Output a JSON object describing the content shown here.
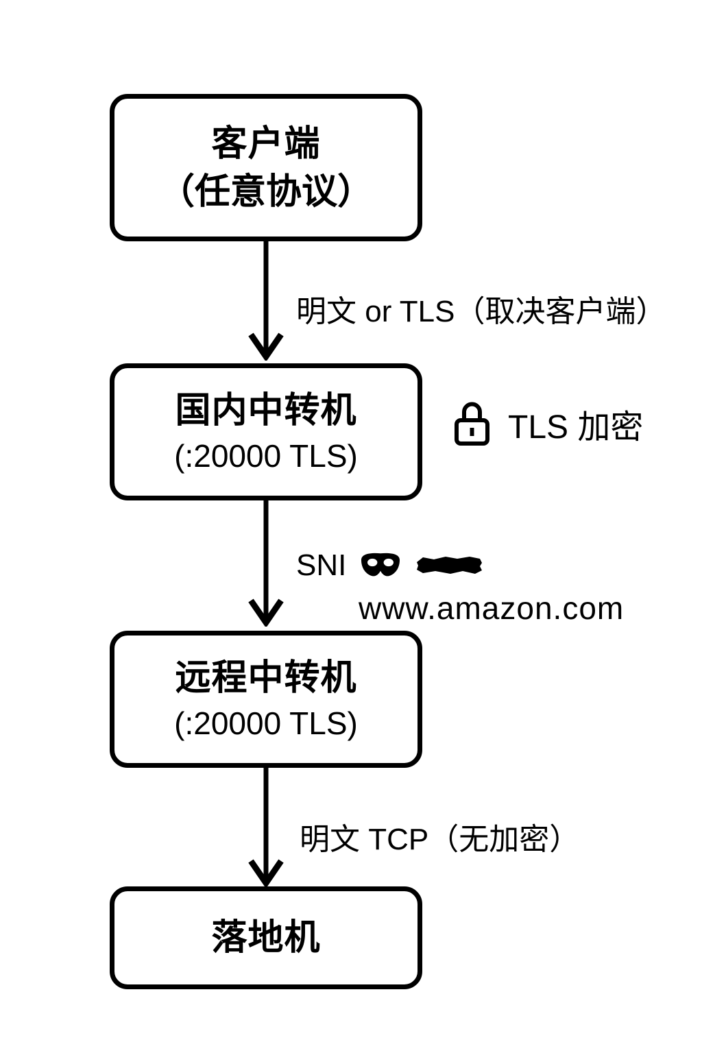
{
  "page": {
    "background_color": "#ffffff",
    "ink_color": "#000000"
  },
  "diagram": {
    "nodes": [
      {
        "title": "客户端",
        "subtitle": "（任意协议）"
      },
      {
        "title": "国内中转机",
        "subtitle": "(:20000 TLS)"
      },
      {
        "title": "远程中转机",
        "subtitle": "(:20000 TLS)"
      },
      {
        "title": "落地机"
      }
    ],
    "edges": [
      {
        "label": "明文 or TLS（取决客户端）"
      },
      {
        "label_prefix": "SNI",
        "icon": "mask-icon",
        "redacted": true,
        "disguise_domain": "www.amazon.com"
      },
      {
        "label": "明文 TCP（无加密）"
      }
    ],
    "annotation": {
      "icon": "lock-icon",
      "label": "TLS 加密"
    }
  }
}
